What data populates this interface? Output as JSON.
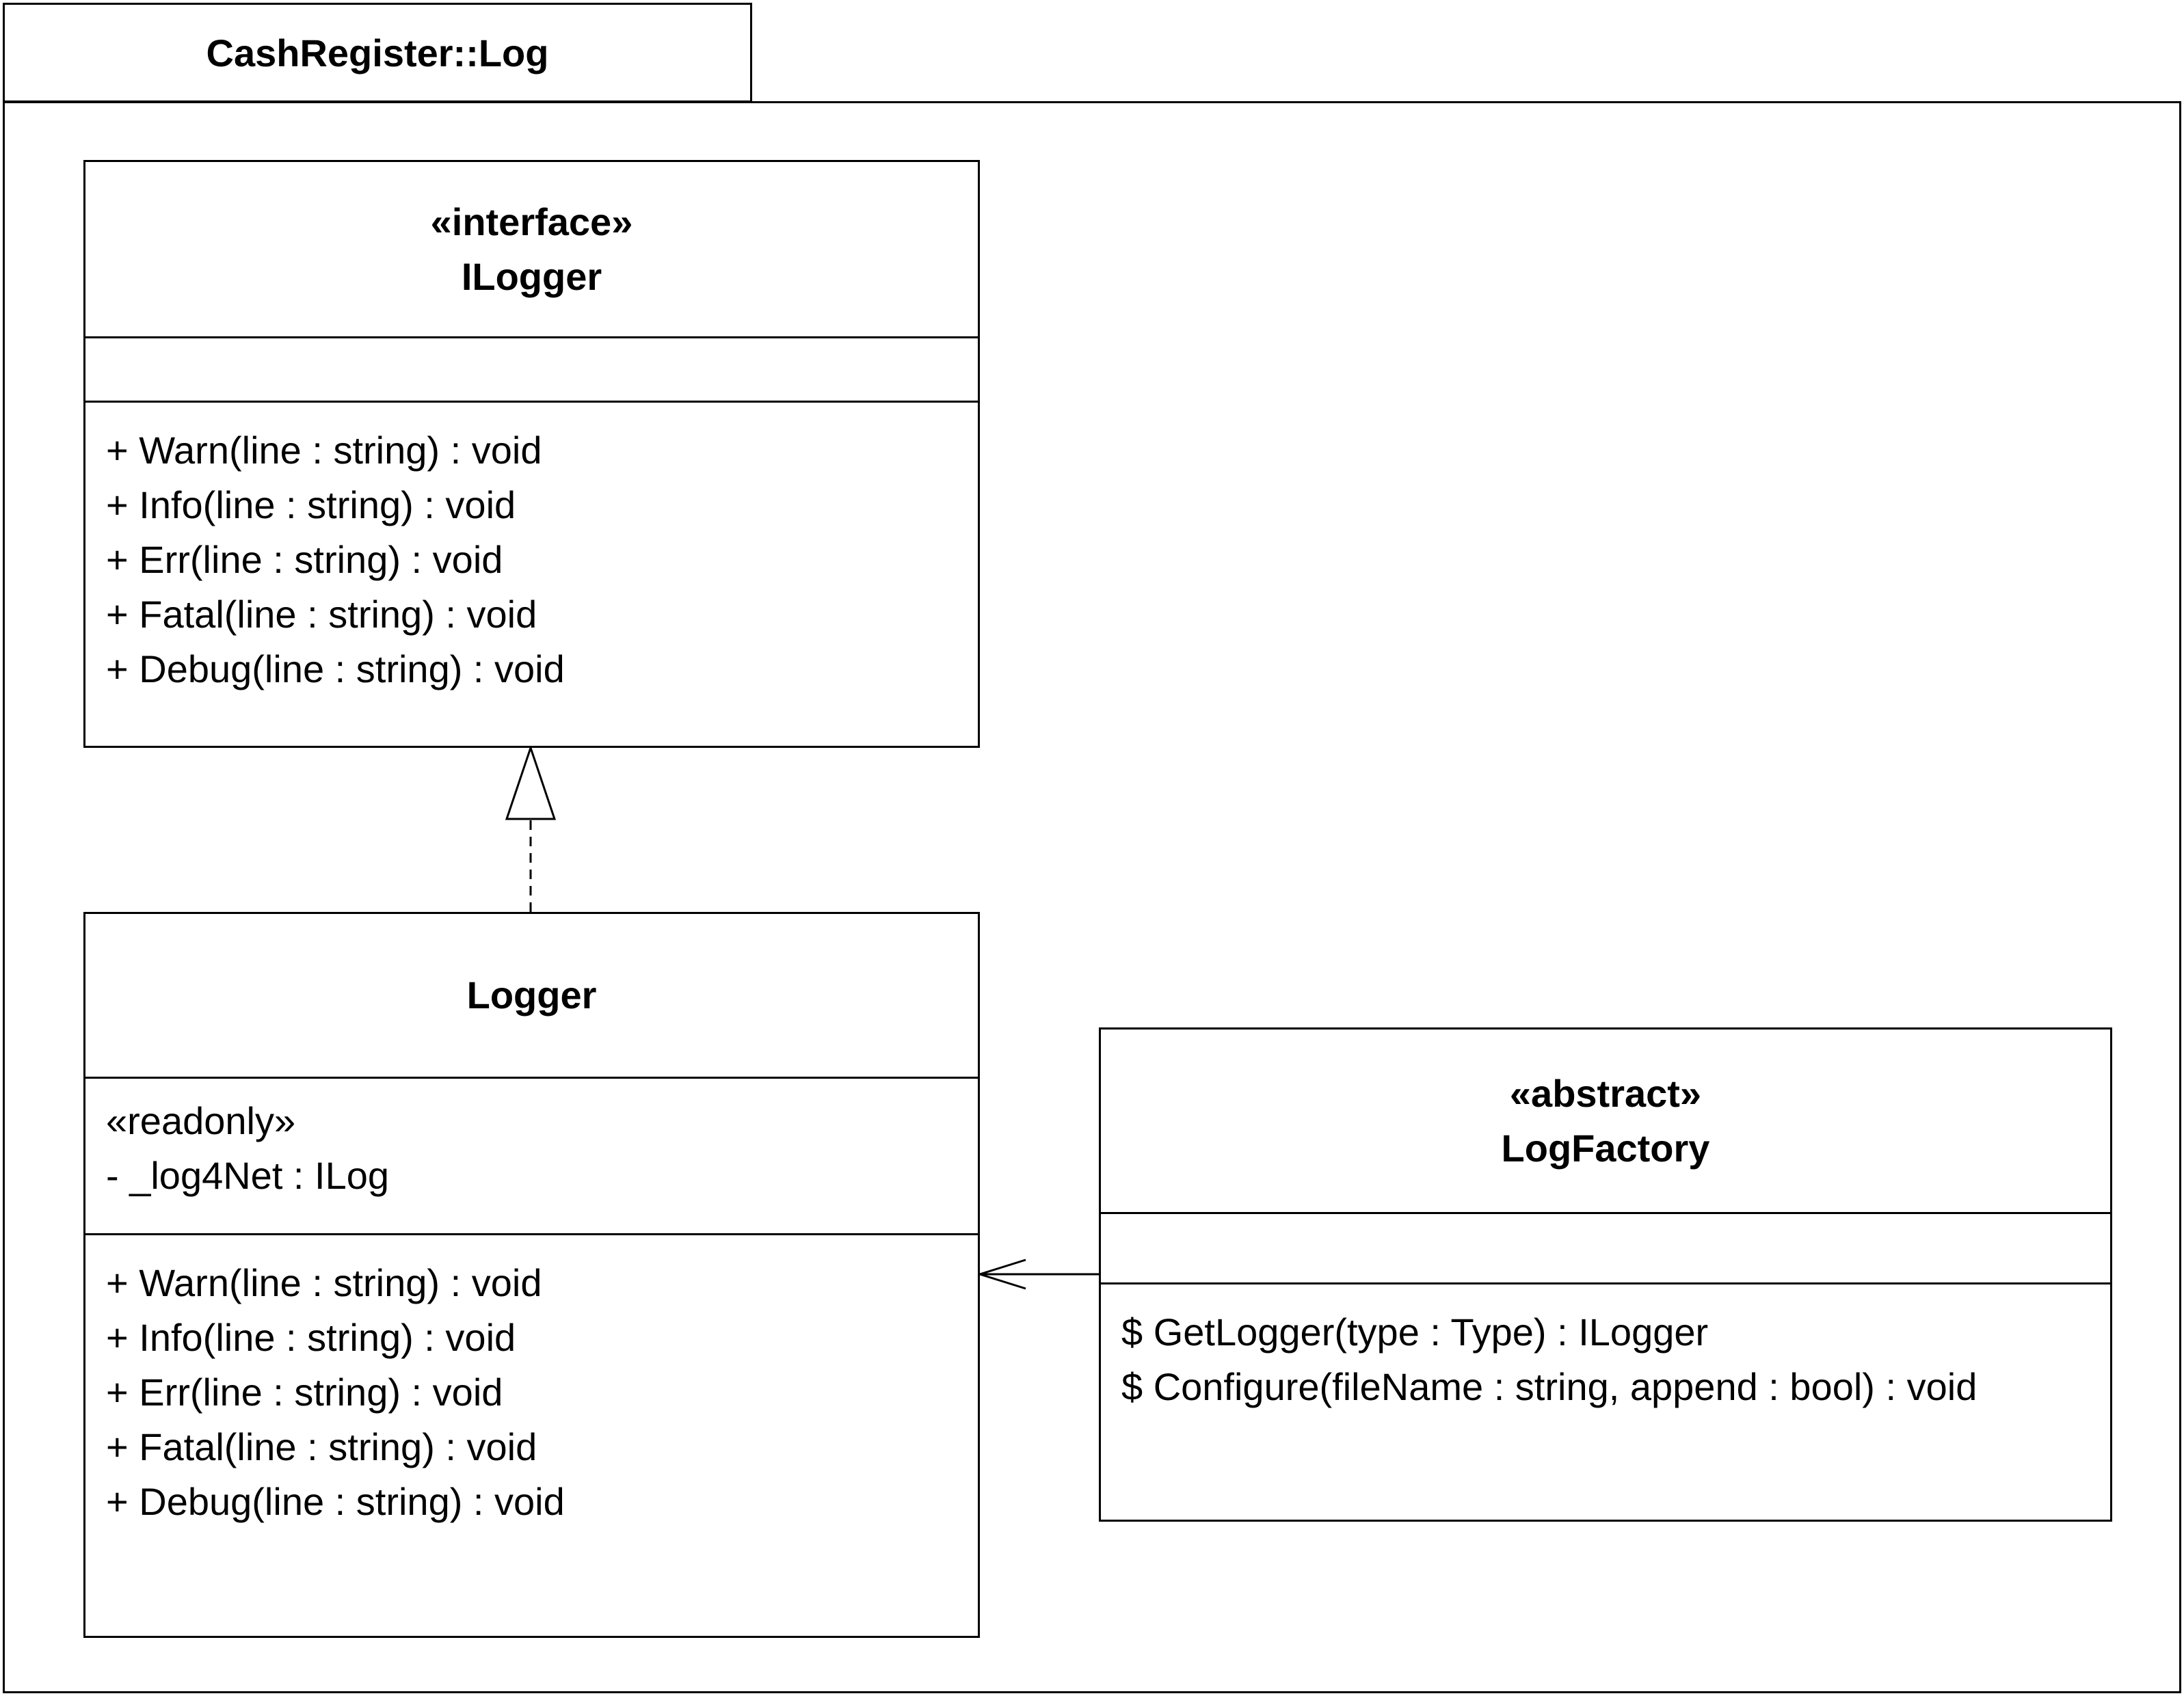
{
  "package": {
    "name": "CashRegister::Log"
  },
  "classes": {
    "ilogger": {
      "stereotype": "«interface»",
      "name": "ILogger",
      "attributes": [],
      "operations": [
        "+ Warn(line : string) : void",
        "+ Info(line : string) : void",
        "+ Err(line : string) : void",
        "+ Fatal(line : string) : void",
        "+ Debug(line : string) : void"
      ]
    },
    "logger": {
      "name": "Logger",
      "attributes": [
        "«readonly»",
        "- _log4Net : ILog"
      ],
      "operations": [
        "+ Warn(line : string) : void",
        "+ Info(line : string) : void",
        "+ Err(line : string) : void",
        "+ Fatal(line : string) : void",
        "+ Debug(line : string) : void"
      ]
    },
    "logfactory": {
      "stereotype": "«abstract»",
      "name": "LogFactory",
      "attributes": [],
      "operations": [
        "$ GetLogger(type : Type) : ILogger",
        "$ Configure(fileName : string, append : bool) : void"
      ]
    }
  },
  "relationships": [
    {
      "type": "realization",
      "from": "Logger",
      "to": "ILogger"
    },
    {
      "type": "dependency",
      "from": "LogFactory",
      "to": "Logger"
    }
  ]
}
